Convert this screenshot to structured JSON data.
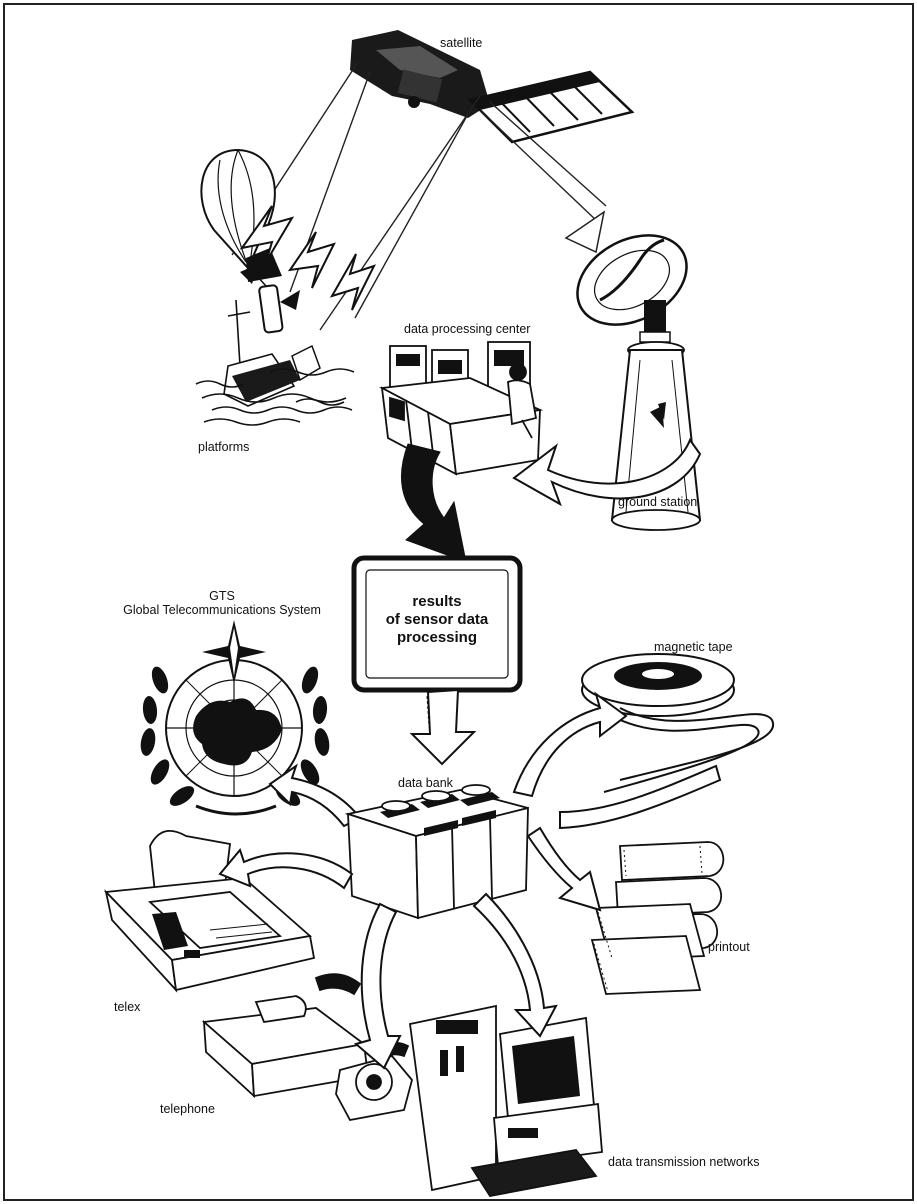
{
  "labels": {
    "satellite": "satellite",
    "platforms": "platforms",
    "data_processing_center": "data processing center",
    "ground_station": "ground station",
    "results": [
      "results",
      "of sensor data",
      "processing"
    ],
    "gts_short": "GTS",
    "gts_full": "Global Telecommunications System",
    "magnetic_tape": "magnetic tape",
    "data_bank": "data bank",
    "printout": "printout",
    "telex": "telex",
    "telephone": "telephone",
    "data_transmission_networks": "data transmission networks"
  }
}
